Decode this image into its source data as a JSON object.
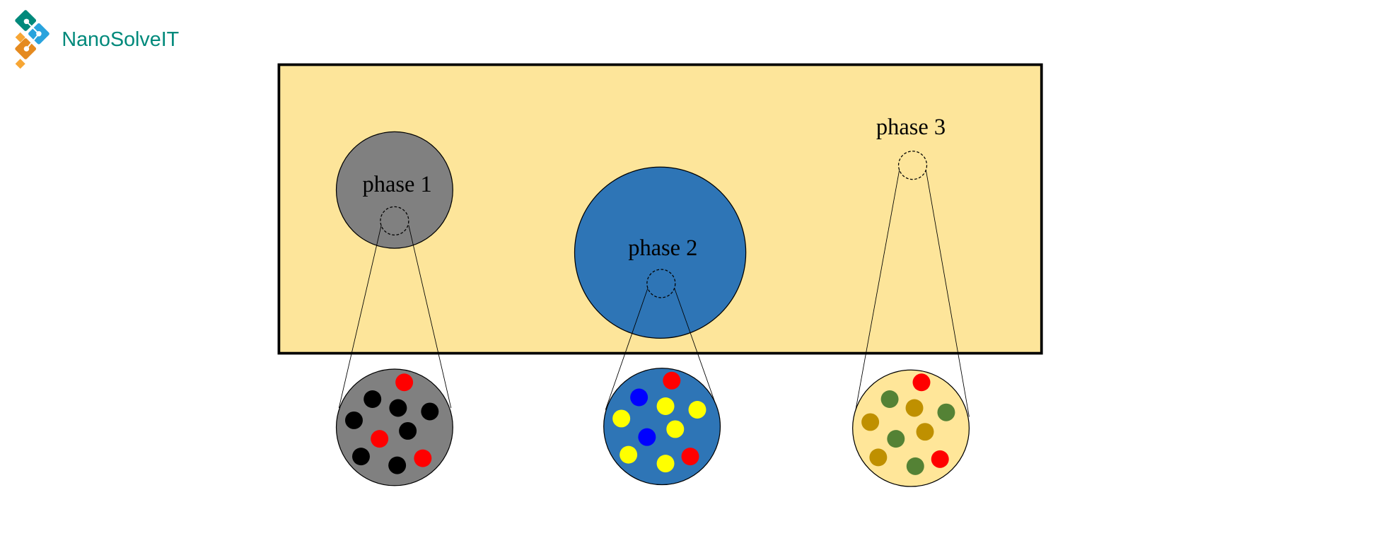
{
  "logo": {
    "text": "NanoSolveIT"
  },
  "phases": [
    {
      "label": "phase 1"
    },
    {
      "label": "phase 2"
    },
    {
      "label": "phase 3"
    }
  ],
  "colors": {
    "background_region": "#FDE59A",
    "phase1": "#808080",
    "phase2": "#2E75B6",
    "phase3": "#FFE699",
    "brand": "#00897B",
    "red": "#FF0000",
    "black": "#000000",
    "blue": "#0000FF",
    "yellow": "#FFFF00",
    "green": "#548235",
    "gold": "#BF9000"
  }
}
